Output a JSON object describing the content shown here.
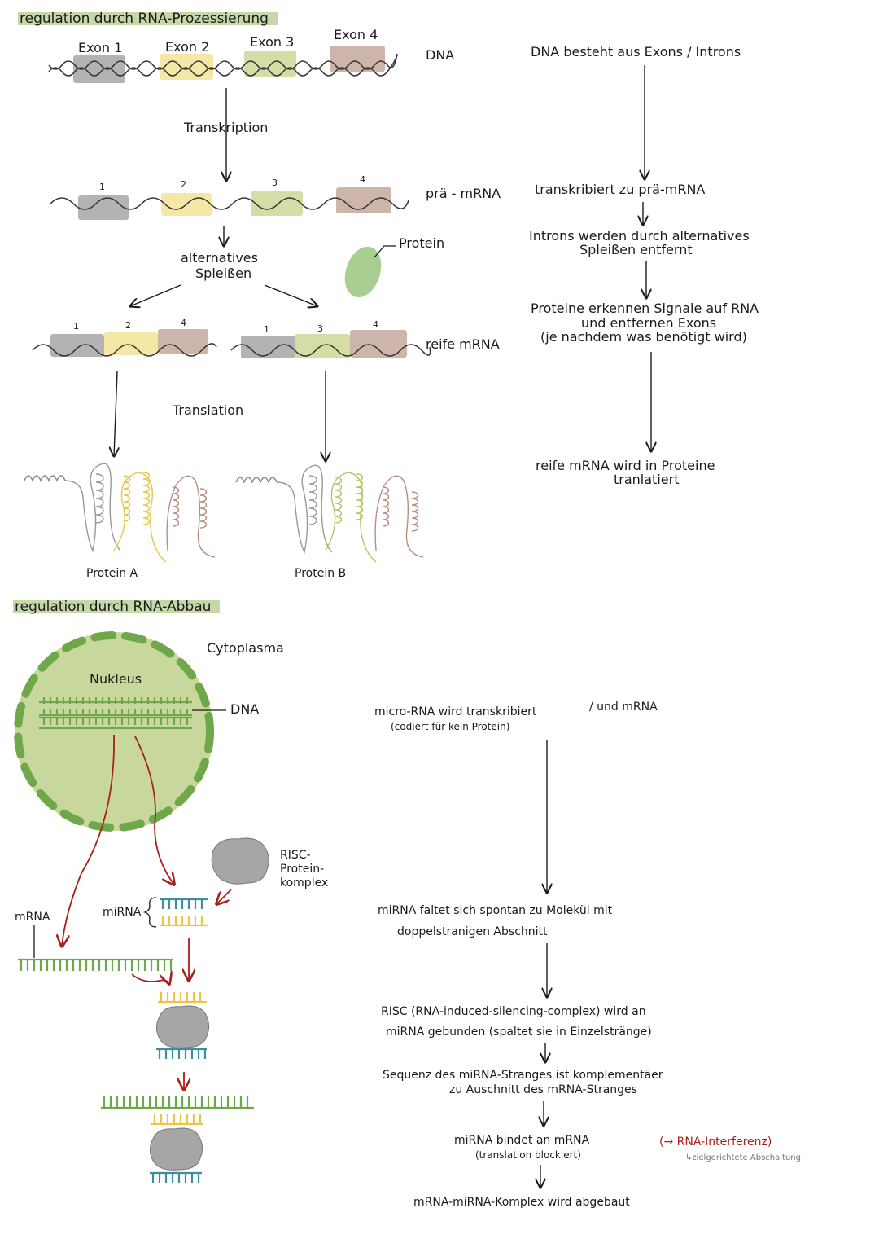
{
  "section1": {
    "heading": "regulation durch RNA-Prozessierung",
    "exon_labels": [
      "Exon 1",
      "Exon 2",
      "Exon 3",
      "Exon 4"
    ],
    "dna_label": "DNA",
    "transcription_label": "Transkription",
    "pre_mrna_label": "prä - mRNA",
    "numbers": [
      "1",
      "2",
      "3",
      "4"
    ],
    "protein_label": "Protein",
    "splicing_label_line1": "alternatives",
    "splicing_label_line2": "Spleißen",
    "mature_mrna_label": "reife mRNA",
    "translation_label": "Translation",
    "protein_a": "Protein A",
    "protein_b": "Protein B",
    "steps": [
      "DNA besteht aus Exons / Introns",
      "transkribiert zu prä-mRNA",
      "Introns werden durch alternatives",
      "Spleißen entfernt",
      "Proteine erkennen Signale auf RNA",
      "und entfernen Exons",
      "(je nachdem was benötigt wird)",
      "reife mRNA wird in Proteine",
      "tranlatiert"
    ]
  },
  "section2": {
    "heading": "regulation durch RNA-Abbau",
    "cytoplasm_label": "Cytoplasma",
    "nucleus_label": "Nukleus",
    "dna_label": "DNA",
    "risc_label": [
      "RISC-",
      "Protein-",
      "komplex"
    ],
    "mirna_label": "miRNA",
    "mrna_label": "mRNA",
    "steps": [
      "micro-RNA wird transkribiert",
      "/ und mRNA",
      "(codiert für kein Protein)",
      "miRNA faltet sich spontan zu Molekül mit",
      "doppelstranigen Abschnitt",
      "RISC (RNA-induced-silencing-complex) wird an",
      "miRNA gebunden (spaltet sie in Einzelstränge)",
      "Sequenz des miRNA-Stranges ist komplementäer",
      "zu Auschnitt des mRNA-Stranges",
      "miRNA bindet an mRNA",
      "(→ RNA-Interferenz)",
      "(translation blockiert)",
      "↳zielgerichtete Abschaltung",
      "mRNA-miRNA-Komplex wird abgebaut"
    ]
  },
  "colors": {
    "exon1": "#b3b3b3",
    "exon2": "#f5e7a6",
    "exon3": "#d6dca6",
    "exon4": "#cdb5aa",
    "highlight": "#c6d8a8",
    "nucleus_fill": "#c8d89c",
    "nucleus_border": "#6ea84a",
    "green_strand": "#6ea84a",
    "yellow_strand": "#e8c64a",
    "teal_strand": "#3f8f9a",
    "red_arrow": "#a8201a",
    "risc_gray": "#a6a6a6"
  }
}
